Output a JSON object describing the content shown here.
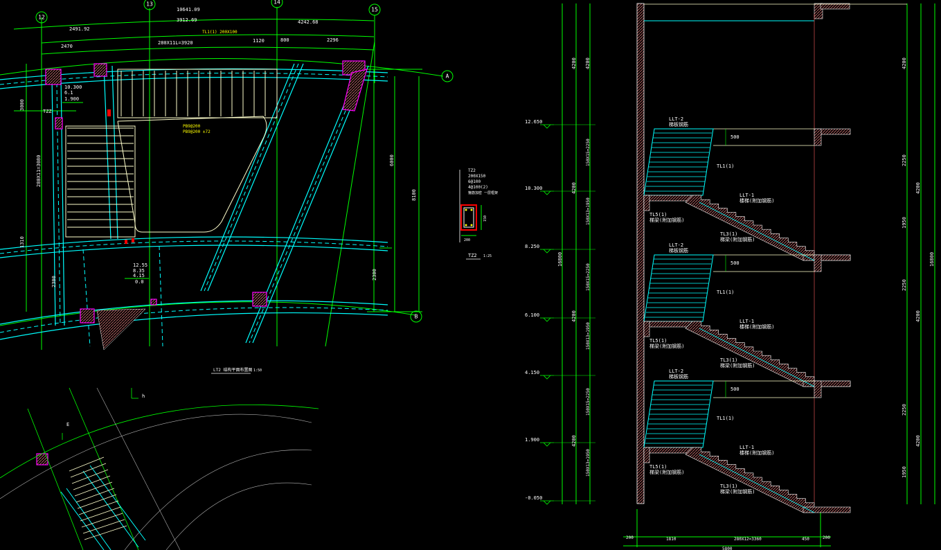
{
  "colors": {
    "background": "#000000",
    "grid": "#00ff00",
    "stair": "#ffffcc",
    "wall": "#00ffff",
    "dashed": "#00ffff",
    "column": "#ff00ff",
    "hatch": "#a05050",
    "text": "#ffffff",
    "highlight": "#ff0000"
  },
  "plan": {
    "axis_markers": [
      "12",
      "13",
      "14",
      "15",
      "A",
      "B"
    ],
    "top_dims": {
      "overall": "10641.09",
      "row1": [
        "2491.92",
        "3912.69",
        "4242.68"
      ],
      "row2": [
        "280X11L=3920",
        "1120",
        "800",
        "2296"
      ],
      "row3": [
        "2470"
      ]
    },
    "left_dims": [
      "3000",
      "280X11=3080",
      "1310",
      "2300"
    ],
    "right_dims": [
      "6000",
      "8100",
      "2300"
    ],
    "levels": [
      "10.300",
      "6.1",
      "1.900"
    ],
    "level_stack": [
      "12.55",
      "8.35",
      "4.15",
      "0.0"
    ],
    "landing_note": [
      "TL1(1) 200X100",
      "PB9@200",
      "PB9@200 ±72"
    ],
    "tz_tag": "TZZ",
    "title": "LT2 结构平面布置图",
    "scale": "1:50",
    "lower_axis_e": "E",
    "lower_axis_h": "h"
  },
  "column_detail": {
    "label": "TZ2",
    "scale": "1:25",
    "notes": [
      "TZ2",
      "200X150",
      "6@100",
      "4@100(2)",
      "箍筋加密 一层框架"
    ],
    "dim_w": "200",
    "dim_h": "150"
  },
  "section": {
    "left_levels": [
      "12.650",
      "10.300",
      "8.250",
      "6.100",
      "4.150",
      "1.900",
      "-0.050"
    ],
    "story_dims": [
      "4200",
      "4200",
      "4200",
      "4200"
    ],
    "flight_dims": [
      "150X15=2250",
      "150X13=1950"
    ],
    "overall_height": "16800",
    "bottom_dims": [
      "200",
      "1810",
      "280X12=3360",
      "450",
      "200"
    ],
    "bottom_total": "5800",
    "labels": {
      "ltt2": "LLT-2",
      "ltt3": "LLT-1",
      "tl1": "TL1(1)",
      "tl3": "TL3(1)",
      "tl5": "TL5(1)",
      "note_a": "梯板钢筋",
      "note_b": "梯梁(附加钢筋)",
      "note_c": "楼梯(附加钢筋)",
      "dim500": "500"
    },
    "right_dims": [
      "4200",
      "2250",
      "4200",
      "1950",
      "2250",
      "4200",
      "1950"
    ],
    "right_overall": "16800"
  }
}
